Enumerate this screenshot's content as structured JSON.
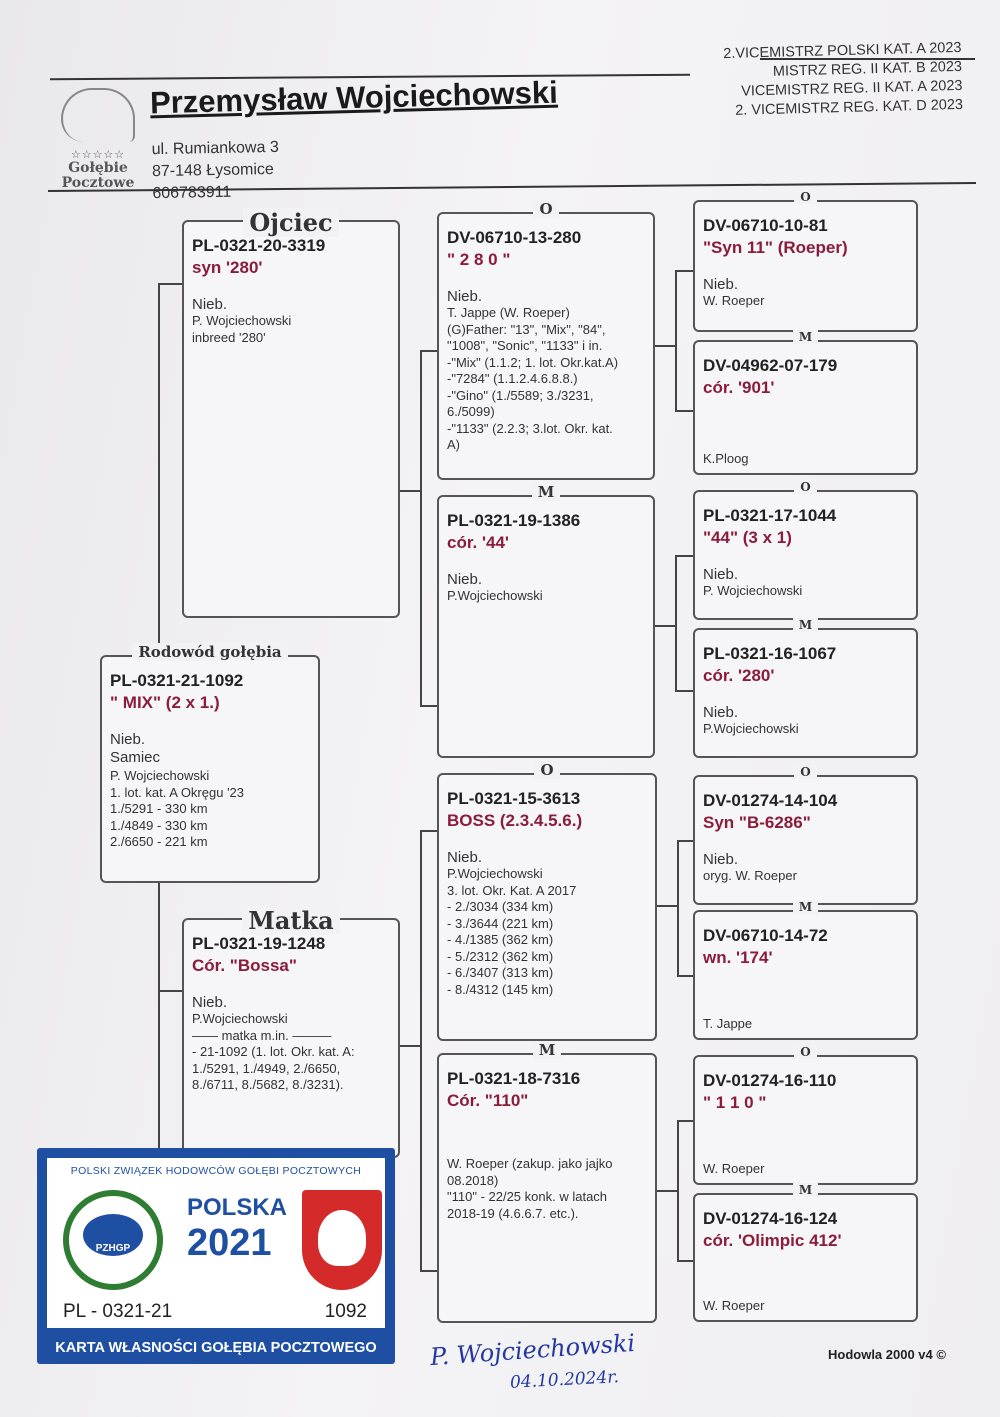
{
  "header": {
    "breeder_name": "Przemysław Wojciechowski",
    "address": [
      "ul. Rumiankowa 3",
      "87-148 Łysomice",
      "606783911"
    ],
    "logo_text": [
      "Gołębie",
      "Pocztowe"
    ],
    "awards": [
      "2.VICEMISTRZ POLSKI KAT. A 2023",
      "MISTRZ REG. II KAT. B 2023",
      "VICEMISTRZ REG. II KAT. A 2023",
      "2. VICEMISTRZ REG. KAT. D 2023"
    ]
  },
  "boxes": {
    "subject": {
      "tag": "Rodowód gołębia",
      "ring": "PL-0321-21-1092",
      "name": "\" MIX\" (2 x 1.)",
      "color": "Nieb.",
      "details": [
        "Samiec",
        "P. Wojciechowski",
        "1. lot. kat. A Okręgu '23",
        "1./5291 - 330 km",
        "1./4849 - 330 km",
        "2./6650 - 221 km"
      ]
    },
    "father": {
      "tag": "Ojciec",
      "ring": "PL-0321-20-3319",
      "name": "syn '280'",
      "color": "Nieb.",
      "details": [
        "P. Wojciechowski",
        "inbreed '280'"
      ]
    },
    "mother": {
      "tag": "Matka",
      "ring": "PL-0321-19-1248",
      "name": "Cór. \"Bossa\"",
      "color": "Nieb.",
      "details": [
        "P.Wojciechowski",
        "—— matka m.in. ———",
        "- 21-1092 (1. lot. Okr. kat. A:",
        "1./5291, 1./4949, 2./6650,",
        "8./6711, 8./5682, 8./3231)."
      ]
    },
    "ff": {
      "tag": "O",
      "ring": "DV-06710-13-280",
      "name": "\" 2 8 0 \"",
      "color": "Nieb.",
      "details": [
        "T. Jappe (W. Roeper)",
        "(G)Father: \"13\", \"Mix\", \"84\",",
        "\"1008\", \"Sonic\", \"1133\" i in.",
        "-\"Mix\" (1.1.2; 1. lot. Okr.kat.A)",
        "-\"7284\" (1.1.2.4.6.8.8.)",
        "-\"Gino\" (1./5589; 3./3231,",
        "6./5099)",
        "-\"1133\" (2.2.3; 3.lot. Okr. kat.",
        "A)"
      ]
    },
    "fm": {
      "tag": "M",
      "ring": "PL-0321-19-1386",
      "name": "cór. '44'",
      "color": "Nieb.",
      "details": [
        "P.Wojciechowski"
      ]
    },
    "mf": {
      "tag": "O",
      "ring": "PL-0321-15-3613",
      "name": "BOSS (2.3.4.5.6.)",
      "color": "Nieb.",
      "details": [
        "P.Wojciechowski",
        "3. lot. Okr. Kat. A 2017",
        "- 2./3034 (334 km)",
        "- 3./3644 (221 km)",
        "- 4./1385 (362 km)",
        "- 5./2312 (362 km)",
        "- 6./3407 (313 km)",
        "- 8./4312 (145 km)"
      ]
    },
    "mm": {
      "tag": "M",
      "ring": "PL-0321-18-7316",
      "name": "Cór. \"110\"",
      "color": "",
      "details": [
        "W. Roeper (zakup. jako jajko",
        "08.2018)",
        "\"110\"  - 22/25 konk. w latach",
        "2018-19 (4.6.6.7. etc.)."
      ]
    },
    "fff": {
      "tag": "O",
      "ring": "DV-06710-10-81",
      "name": "\"Syn 11\" (Roeper)",
      "color": "Nieb.",
      "details": [
        "W. Roeper"
      ]
    },
    "ffm": {
      "tag": "M",
      "ring": "DV-04962-07-179",
      "name": "cór. '901'",
      "color": "",
      "details": [
        "K.Ploog"
      ]
    },
    "fmf": {
      "tag": "O",
      "ring": "PL-0321-17-1044",
      "name": "\"44\" (3 x 1)",
      "color": "Nieb.",
      "details": [
        "P. Wojciechowski"
      ]
    },
    "fmm": {
      "tag": "M",
      "ring": "PL-0321-16-1067",
      "name": "cór. '280'",
      "color": "Nieb.",
      "details": [
        "P.Wojciechowski"
      ]
    },
    "mff": {
      "tag": "O",
      "ring": "DV-01274-14-104",
      "name": "Syn \"B-6286\"",
      "color": "Nieb.",
      "details": [
        "oryg. W. Roeper"
      ]
    },
    "mfm": {
      "tag": "M",
      "ring": "DV-06710-14-72",
      "name": "wn. '174'",
      "color": "",
      "details": [
        "T. Jappe"
      ]
    },
    "mmf": {
      "tag": "O",
      "ring": "DV-01274-16-110",
      "name": "\" 1 1 0 \"",
      "color": "",
      "details": [
        "W. Roeper"
      ]
    },
    "mmm": {
      "tag": "M",
      "ring": "DV-01274-16-124",
      "name": "cór. 'Olimpic 412'",
      "color": "",
      "details": [
        "W. Roeper"
      ]
    }
  },
  "card": {
    "header": "POLSKI ZWIĄZEK HODOWCÓW GOŁĘBI POCZTOWYCH",
    "emblem": "PZHGP",
    "country": "POLSKA",
    "year": "2021",
    "ring_prefix": "PL - 0321-21",
    "ring_number": "1092",
    "footer": "KARTA WŁASNOŚCI GOŁĘBIA POCZTOWEGO"
  },
  "signature": {
    "text": "P. Wojciechowski",
    "date": "04.10.2024r."
  },
  "software": "Hodowla 2000 v4 ©"
}
